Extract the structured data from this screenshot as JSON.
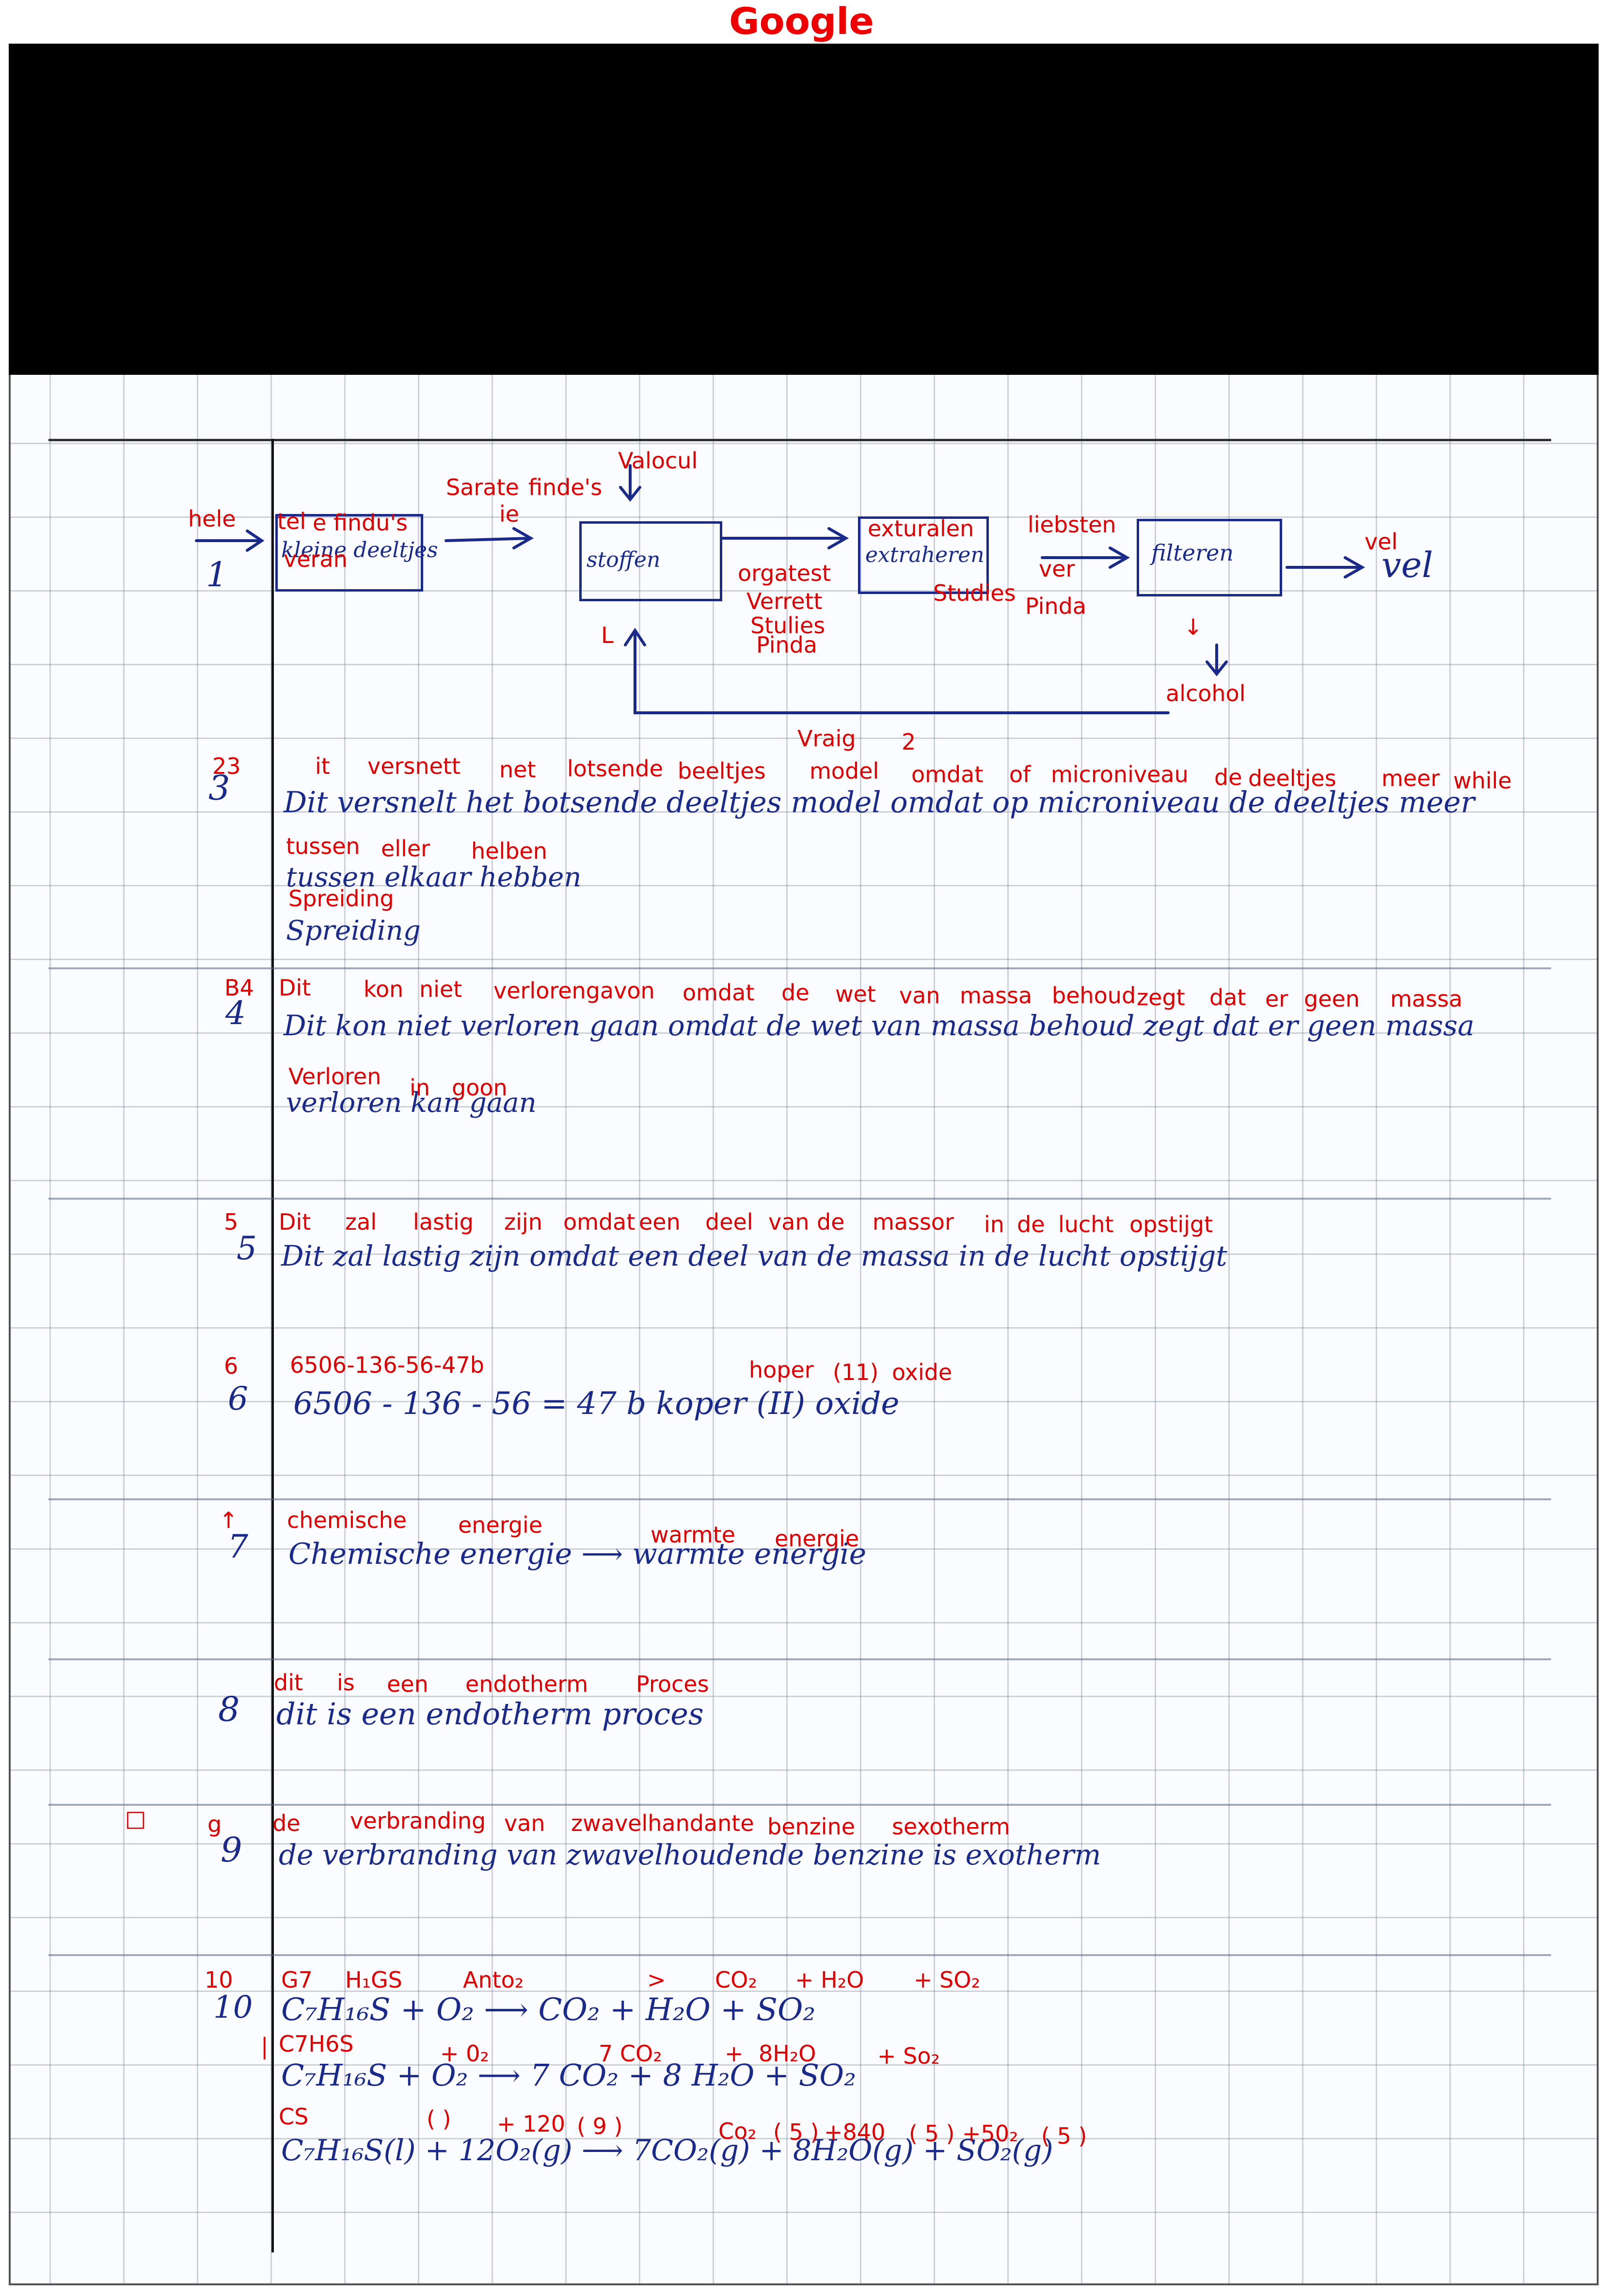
{
  "header": {
    "brand": "Google"
  },
  "diagram": {
    "labels": {
      "valocul": "Valocul",
      "sarate": "Sarate",
      "findes": "finde's",
      "ie": "ie",
      "hele": "hele",
      "tel": "tel",
      "e_findus": "e findu's",
      "veran": "veran",
      "exturalen": "exturalen",
      "liebsten": "liebsten",
      "vel": "vel",
      "orgatest": "orgatest",
      "ver": "ver",
      "studies": "Studies",
      "pinda": "Pinda",
      "verrett": "Verrett",
      "stulies": "Stulies",
      "pinda2": "Pinda",
      "l_mark": "L",
      "down_arrow": "↓",
      "alcohol": "alcohol",
      "vraig": "Vraig",
      "two": "2"
    }
  },
  "answers": {
    "a3": {
      "number": "23",
      "words": [
        "it",
        "versnett",
        "net",
        "lotsende",
        "beeltjes",
        "model",
        "omdat",
        "of",
        "microniveau",
        "de",
        "deeltjes",
        "meer",
        "while"
      ],
      "line2": [
        "tussen",
        "eller",
        "helben"
      ],
      "line3": "Spreiding"
    },
    "a4": {
      "number": "B4",
      "words": [
        "Dit",
        "kon",
        "niet",
        "verlorengavon",
        "omdat",
        "de",
        "wet",
        "van",
        "massa",
        "behoud",
        "zegt",
        "dat",
        "er",
        "geen",
        "massa"
      ],
      "line2": [
        "Verloren",
        "in",
        "goon"
      ]
    },
    "a5": {
      "number": "5",
      "words": [
        "Dit",
        "zal",
        "lastig",
        "zijn",
        "omdat",
        "een",
        "deel",
        "van",
        "de",
        "massor",
        "in",
        "de",
        "lucht",
        "opstijgt"
      ]
    },
    "a6": {
      "number": "6",
      "calc": "6506-136-56-47b",
      "hoper": "hoper",
      "eleven": "(11)",
      "oxide": "oxide"
    },
    "a7": {
      "number": "↑",
      "chemische": "chemische",
      "energie": "energie",
      "warmte": "warmte",
      "energie2": "energie"
    },
    "a8": {
      "words": [
        "dit",
        "is",
        "een",
        "endotherm",
        "Proces"
      ]
    },
    "a9": {
      "box": "□",
      "number": "g",
      "words": [
        "de",
        "verbranding",
        "van",
        "zwavelhandante",
        "benzine",
        "sexotherm"
      ]
    },
    "a10": {
      "number": "10",
      "row1": [
        "G7",
        "H₁GS",
        "Anto₂",
        ">",
        "CO₂",
        "+ H₂O",
        "+ SO₂"
      ],
      "row2_pipe": "|",
      "row2": [
        "C7H6S",
        "+ 0₂",
        "7 CO₂",
        "+",
        "8H₂O",
        "+ So₂"
      ],
      "row3": [
        "CS",
        "(  )",
        "+ 120",
        "( 9 )",
        "Co₂",
        "( 5 )",
        "+840",
        "( 5 )",
        "+50₂",
        "( 5 )"
      ]
    }
  },
  "handwriting": {
    "diagram": {
      "b1": "kleine deeltjes",
      "b2": "stoffen",
      "b3": "extraheren",
      "b4": "filteren",
      "out": "vel",
      "start": "1"
    },
    "a3": "Dit versnelt het botsende deeltjes model omdat op microniveau de deeltjes meer",
    "a3b": "tussen elkaar hebben",
    "a3c": "Spreiding",
    "a4": "Dit kon niet verloren gaan omdat de wet van massa behoud zegt dat er geen massa",
    "a4b": "verloren kan gaan",
    "a5": "Dit zal lastig zijn omdat een deel van de massa in de lucht opstijgt",
    "a6": "6506 - 136 - 56 = 47 b   koper (II) oxide",
    "a7": "Chemische energie ⟶ warmte energie",
    "a8": "dit is een endotherm proces",
    "a9": "de verbranding van zwavelhoudende benzine is exotherm",
    "a10a": "C₇H₁₆S + O₂ ⟶ CO₂ + H₂O + SO₂",
    "a10b": "C₇H₁₆S + O₂ ⟶ 7 CO₂ + 8 H₂O + SO₂",
    "a10c": "C₇H₁₆S(l) + 12O₂(g) ⟶ 7CO₂(g) + 8H₂O(g) + SO₂(g)",
    "nums": {
      "n3": "3",
      "n4": "4",
      "n5": "5",
      "n6": "6",
      "n7": "7",
      "n8": "8",
      "n9": "9",
      "n10": "10"
    }
  }
}
